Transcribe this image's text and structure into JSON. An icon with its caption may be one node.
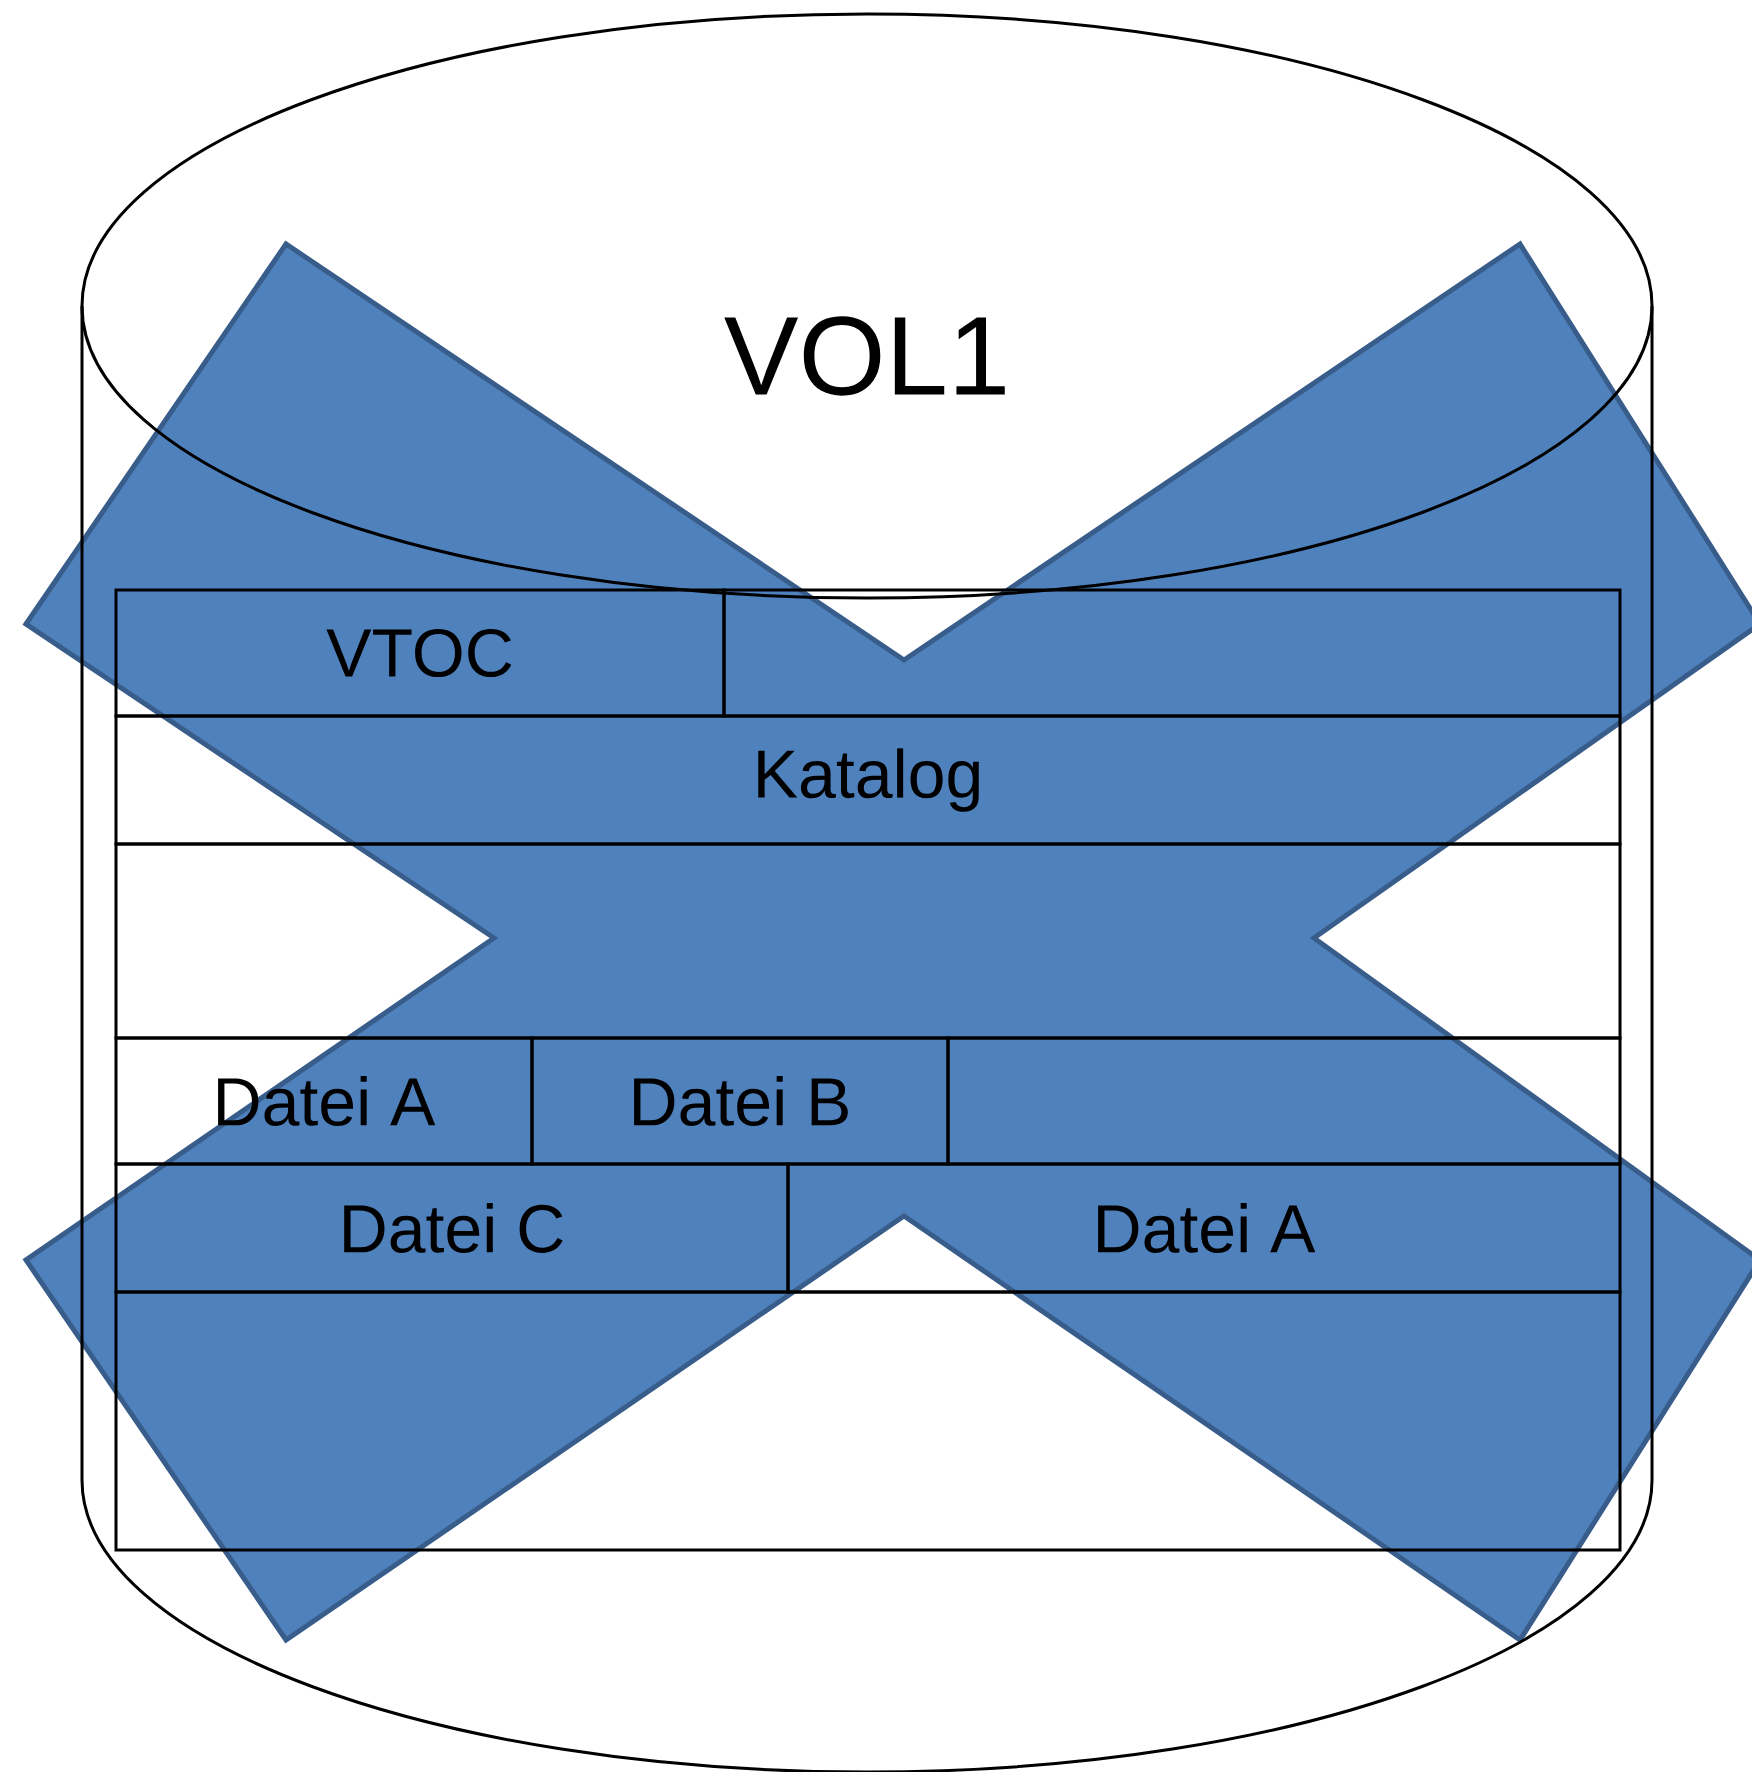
{
  "diagram": {
    "nodes": [
      {
        "text": [
          "VOL1"
        ]
      },
      {
        "text": [
          "VTOC"
        ],
        "in": 0
      },
      {
        "text": [],
        "shape": "box",
        "in": 0
      },
      {
        "text": [
          "Katalog"
        ],
        "in": 0
      },
      {
        "text": [],
        "shape": "box",
        "in": 0
      },
      {
        "text": [
          "Datei A"
        ],
        "in": 0
      },
      {
        "text": [
          "Datei B"
        ],
        "in": 0
      },
      {
        "text": [],
        "shape": "box",
        "in": 0
      },
      {
        "text": [
          "Datei C"
        ],
        "in": 0
      },
      {
        "text": [
          "Datei A"
        ],
        "in": 0
      },
      {
        "text": [],
        "shape": "box",
        "in": 0
      }
    ],
    "edges": []
  }
}
